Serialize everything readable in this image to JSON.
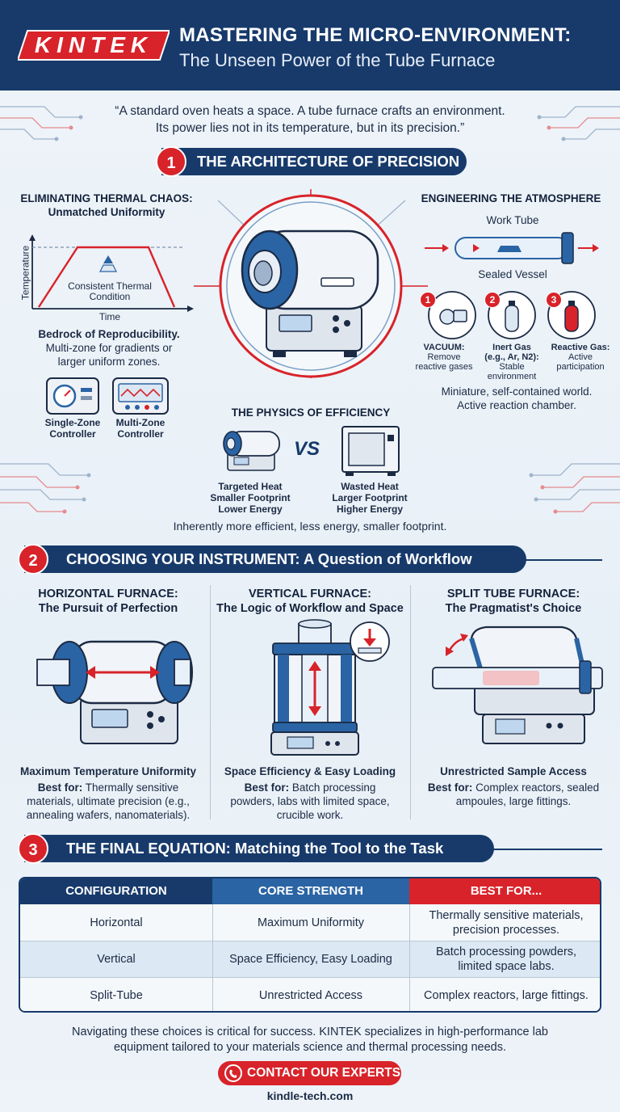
{
  "header": {
    "logo": "KINTEK",
    "title": "MASTERING THE MICRO-ENVIRONMENT:",
    "subtitle": "The Unseen Power of the Tube Furnace"
  },
  "quote": {
    "line1": "“A standard oven heats a space. A tube furnace crafts an environment.",
    "line2": "Its power lies not in its temperature, but in its precision.”"
  },
  "section1": {
    "number": "1",
    "title": "THE ARCHITECTURE OF PRECISION",
    "uniformity": {
      "heading1": "ELIMINATING THERMAL CHAOS:",
      "heading2": "Unmatched Uniformity",
      "y_axis": "Temperature",
      "x_axis": "Time",
      "plot_label1": "Consistent Thermal",
      "plot_label2": "Condition",
      "caption_bold": "Bedrock of Reproducibility.",
      "caption1": "Multi-zone for gradients or",
      "caption2": "larger uniform zones.",
      "controllers": [
        {
          "line1": "Single-Zone",
          "line2": "Controller"
        },
        {
          "line1": "Multi-Zone",
          "line2": "Controller"
        }
      ]
    },
    "atmosphere": {
      "heading": "ENGINEERING THE ATMOSPHERE",
      "tube_label": "Work Tube",
      "vessel_label": "Sealed Vessel",
      "modes": [
        {
          "num": "1",
          "title": "VACUUM:",
          "line1": "Remove",
          "line2": "reactive gases",
          "line3": ""
        },
        {
          "num": "2",
          "title": "Inert Gas",
          "line1": "(e.g., Ar, N2):",
          "line2": "Stable",
          "line3": "environment"
        },
        {
          "num": "3",
          "title": "Reactive Gas:",
          "line1": "Active",
          "line2": "participation",
          "line3": ""
        }
      ],
      "caption1": "Miniature, self-contained world.",
      "caption2": "Active reaction chamber."
    },
    "efficiency": {
      "heading": "THE PHYSICS OF EFFICIENCY",
      "vs": "VS",
      "left": {
        "line1": "Targeted Heat",
        "line2": "Smaller Footprint",
        "line3": "Lower Energy"
      },
      "right": {
        "line1": "Wasted Heat",
        "line2": "Larger Footprint",
        "line3": "Higher Energy"
      },
      "summary": "Inherently more efficient, less energy, smaller footprint."
    }
  },
  "section2": {
    "number": "2",
    "title": "CHOOSING YOUR INSTRUMENT: A Question of Workflow",
    "furnaces": [
      {
        "title": "HORIZONTAL FURNACE:",
        "subtitle": "The Pursuit of Perfection",
        "strength": "Maximum Temperature Uniformity",
        "best_label": "Best for:",
        "best1": " Thermally sensitive",
        "best2": "materials, ultimate precision (e.g.,",
        "best3": "annealing wafers, nanomaterials)."
      },
      {
        "title": "VERTICAL FURNACE:",
        "subtitle": "The Logic of Workflow and Space",
        "strength": "Space Efficiency & Easy Loading",
        "best_label": "Best for:",
        "best1": " Batch processing",
        "best2": "powders, labs with limited space,",
        "best3": "crucible work."
      },
      {
        "title": "SPLIT TUBE FURNACE:",
        "subtitle": "The Pragmatist's Choice",
        "strength": "Unrestricted Sample Access",
        "best_label": "Best for:",
        "best1": " Complex reactors, sealed",
        "best2": "ampoules, large fittings.",
        "best3": ""
      }
    ]
  },
  "section3": {
    "number": "3",
    "title": "THE FINAL EQUATION: Matching the Tool to the Task",
    "table": {
      "headers": [
        "CONFIGURATION",
        "CORE STRENGTH",
        "BEST FOR..."
      ],
      "rows": [
        {
          "config": "Horizontal",
          "strength": "Maximum Uniformity",
          "best1": "Thermally sensitive materials,",
          "best2": "precision processes."
        },
        {
          "config": "Vertical",
          "strength": "Space Efficiency, Easy Loading",
          "best1": "Batch processing powders,",
          "best2": "limited space labs."
        },
        {
          "config": "Split-Tube",
          "strength": "Unrestricted Access",
          "best1": "Complex reactors, large fittings.",
          "best2": ""
        }
      ]
    }
  },
  "footer": {
    "text1": "Navigating these choices is critical for success. KINTEK specializes in high-performance lab",
    "text2": "equipment tailored to your materials science and thermal processing needs.",
    "cta": "CONTACT OUR EXPERTS",
    "url": "kindle-tech.com"
  },
  "colors": {
    "navy": "#173a6b",
    "blue": "#2a64a4",
    "red": "#d8232a",
    "background": "#eaf1f7"
  }
}
